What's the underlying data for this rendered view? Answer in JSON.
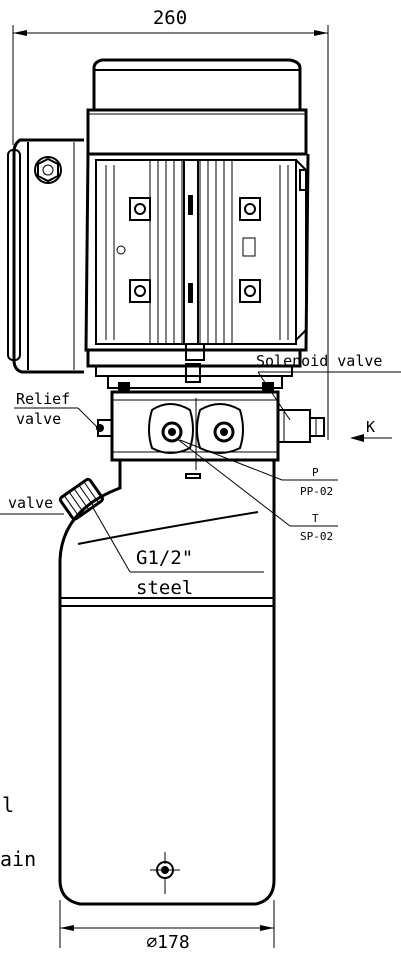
{
  "dimensions": {
    "width_label": "260",
    "diameter_label": "⌀178"
  },
  "labels": {
    "solenoid_valve": "Solenoid valve",
    "relief_line1": "Relief",
    "relief_line2": "valve",
    "k_view": "K",
    "port_p": "P",
    "port_p_code": "PP-02",
    "port_t": "T",
    "port_t_code": "SP-02",
    "valve_left": "valve",
    "thread": "G1/2\"",
    "material": "steel",
    "left_fragment": "l",
    "main_fragment": "ain"
  },
  "icons": [
    "arrow-left-icon",
    "dimension-arrow-icon"
  ]
}
